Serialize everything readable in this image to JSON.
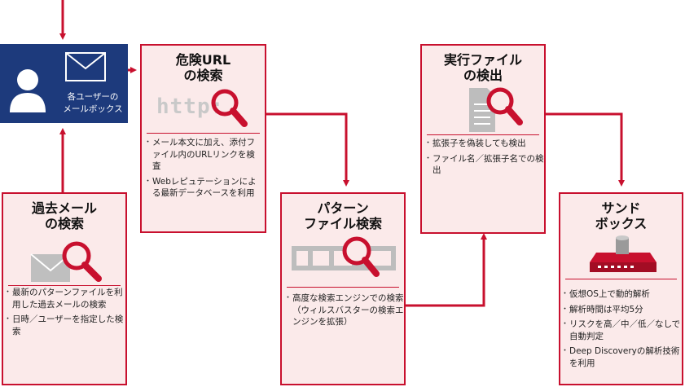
{
  "user": {
    "label_line1": "各ユーザーの",
    "label_line2": "メールボックス",
    "icon": "user-mail-icon"
  },
  "nodes": {
    "past_mail": {
      "title_line1": "過去メール",
      "title_line2": "の検索",
      "icon": "envelope-magnifier-icon",
      "bullets": [
        "最新のパターンファイルを利用した過去メールの検索",
        "日時／ユーザーを指定した検索"
      ]
    },
    "url": {
      "title_line1": "危険URL",
      "title_line2": "の検索",
      "icon_text": "http:",
      "icon": "http-magnifier-icon",
      "bullets": [
        "メール本文に加え、添付ファイル内のURLリンクを検査",
        "Webレピュテーションによる最新データベースを利用"
      ]
    },
    "pattern": {
      "title_line1": "パターン",
      "title_line2": "ファイル検索",
      "icon": "pattern-magnifier-icon",
      "bullets": [
        "高度な検索エンジンでの検索（ウィルスバスターの検索エンジンを拡張）"
      ]
    },
    "exec": {
      "title_line1": "実行ファイル",
      "title_line2": "の検出",
      "icon": "document-magnifier-icon",
      "bullets": [
        "拡張子を偽装しても検出",
        "ファイル名／拡張子名での検出"
      ]
    },
    "sandbox": {
      "title_line1": "サンド",
      "title_line2": "ボックス",
      "icon": "sandbox-appliance-icon",
      "bullets": [
        "仮想OS上で動的解析",
        "解析時間は平均5分",
        "リスクを高／中／低／なしで自動判定",
        "Deep Discoveryの解析技術を利用"
      ]
    }
  },
  "colors": {
    "accent": "#c8102e",
    "box_fill": "#fbeaea",
    "user_box": "#1d3a7c"
  }
}
